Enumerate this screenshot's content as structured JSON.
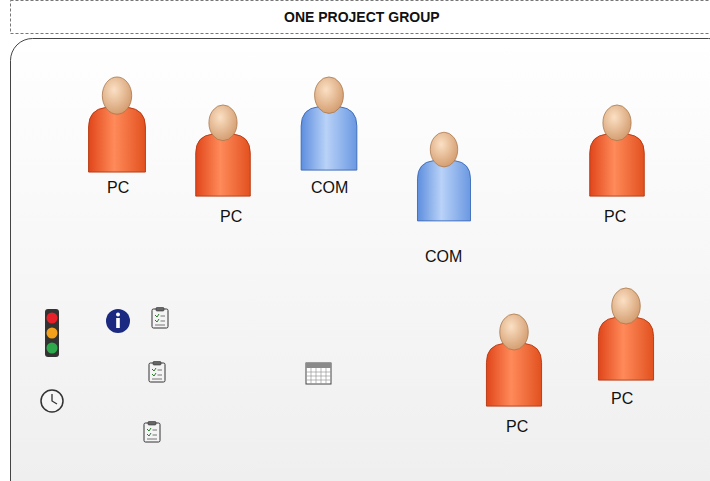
{
  "diagram": {
    "title": "ONE PROJECT GROUP",
    "labels": [
      "PC",
      "PC",
      "COM",
      "COM",
      "PC",
      "PC",
      "PC"
    ]
  }
}
